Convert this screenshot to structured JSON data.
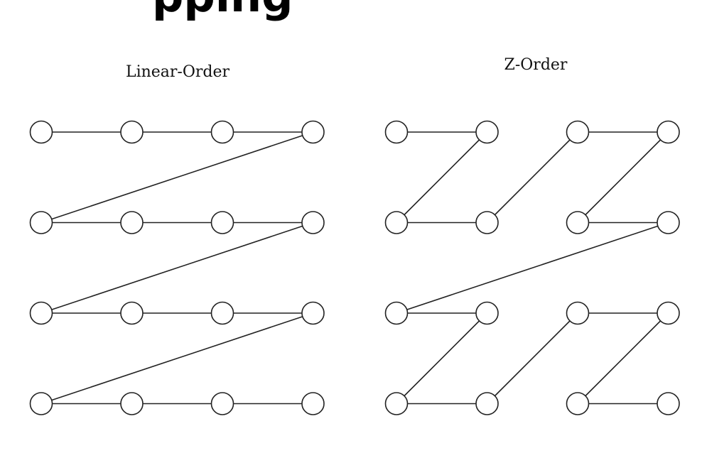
{
  "heading_fragment": "pping",
  "panels": [
    {
      "title": "Linear-Order",
      "nodes": [
        [
          0,
          0
        ],
        [
          1,
          0
        ],
        [
          2,
          0
        ],
        [
          3,
          0
        ],
        [
          0,
          1
        ],
        [
          1,
          1
        ],
        [
          2,
          1
        ],
        [
          3,
          1
        ],
        [
          0,
          2
        ],
        [
          1,
          2
        ],
        [
          2,
          2
        ],
        [
          3,
          2
        ],
        [
          0,
          3
        ],
        [
          1,
          3
        ],
        [
          2,
          3
        ],
        [
          3,
          3
        ]
      ]
    },
    {
      "title": "Z-Order",
      "nodes": [
        [
          0,
          0
        ],
        [
          1,
          0
        ],
        [
          0,
          1
        ],
        [
          1,
          1
        ],
        [
          2,
          0
        ],
        [
          3,
          0
        ],
        [
          2,
          1
        ],
        [
          3,
          1
        ],
        [
          0,
          2
        ],
        [
          1,
          2
        ],
        [
          0,
          3
        ],
        [
          1,
          3
        ],
        [
          2,
          2
        ],
        [
          3,
          2
        ],
        [
          2,
          3
        ],
        [
          3,
          3
        ]
      ]
    }
  ],
  "colors": {
    "line": "#222222",
    "node_stroke": "#222222",
    "node_fill": "#ffffff"
  }
}
